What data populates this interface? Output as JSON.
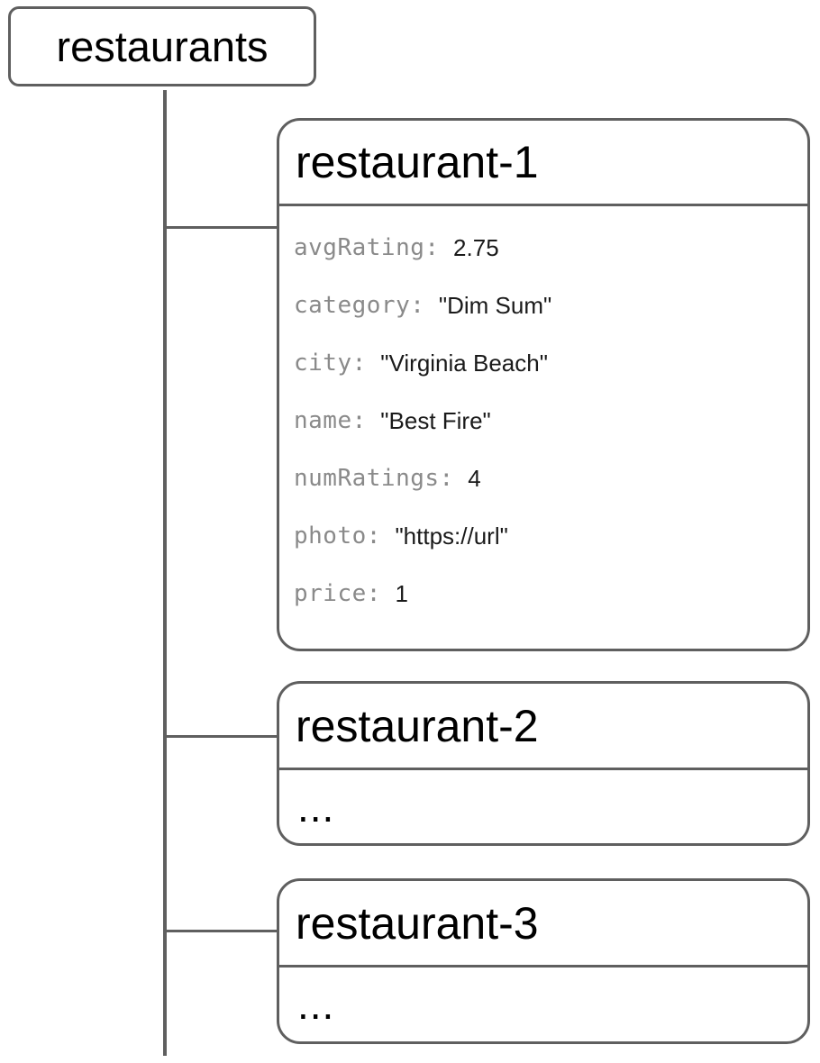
{
  "root": {
    "label": "restaurants"
  },
  "documents": [
    {
      "id": "restaurant-1",
      "expanded": true,
      "fields": [
        {
          "key": "avgRating",
          "value": "2.75"
        },
        {
          "key": "category",
          "value": "\"Dim Sum\""
        },
        {
          "key": "city",
          "value": "\"Virginia Beach\""
        },
        {
          "key": "name",
          "value": "\"Best Fire\""
        },
        {
          "key": "numRatings",
          "value": "4"
        },
        {
          "key": "photo",
          "value": "\"https://url\""
        },
        {
          "key": "price",
          "value": "1"
        }
      ]
    },
    {
      "id": "restaurant-2",
      "expanded": false,
      "placeholder": "..."
    },
    {
      "id": "restaurant-3",
      "expanded": false,
      "placeholder": "..."
    }
  ],
  "colors": {
    "line": "#5f5f5f",
    "key_text": "#8a8a8a",
    "value_text": "#1a1a1a"
  }
}
